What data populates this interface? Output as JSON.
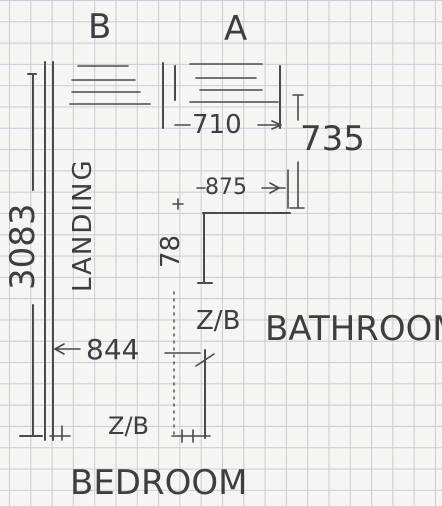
{
  "labels": {
    "column_b": "B",
    "column_a": "A",
    "width_top": "710",
    "drop_right": "735",
    "offset": "875",
    "height_left": "3083",
    "landing": "LANDING",
    "step_height": "78",
    "zb_upper": "Z/B",
    "bathroom": "BATHROOM",
    "width_mid": "844",
    "zb_lower": "Z/B",
    "bedroom": "BEDROOM"
  },
  "colors": {
    "ink": "#4a4a4c",
    "grid": "#c9ccd2",
    "paper": "#f5f5f3"
  }
}
